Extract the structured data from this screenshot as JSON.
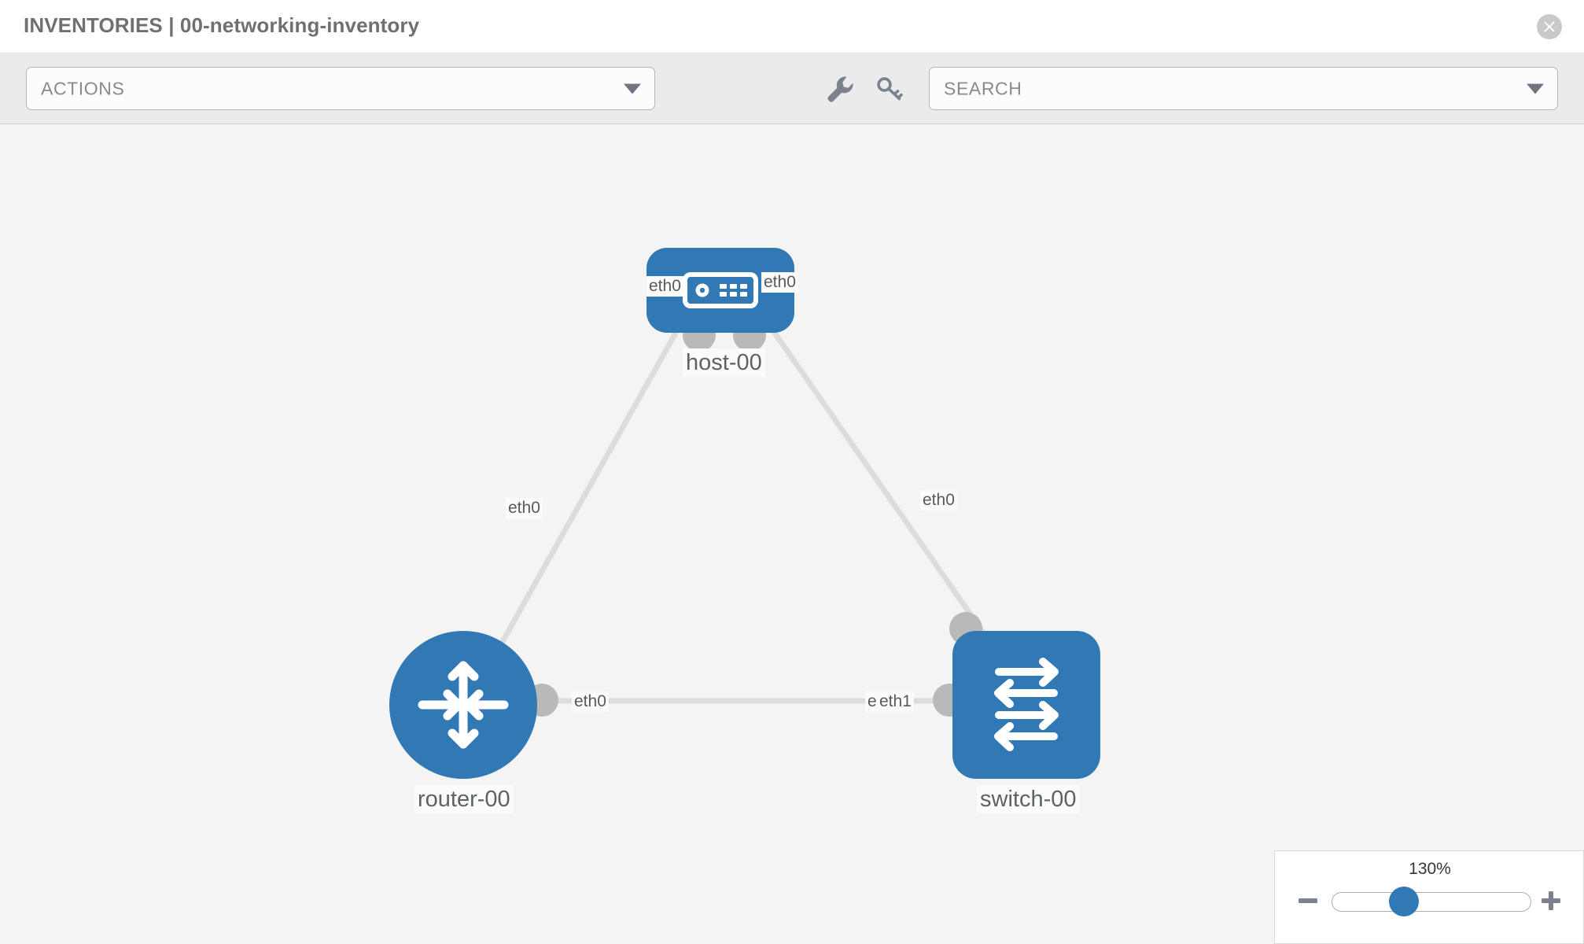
{
  "header": {
    "title": "INVENTORIES | 00-networking-inventory",
    "close_icon": "close-circle-icon"
  },
  "toolbar": {
    "actions_label": "ACTIONS",
    "actions_caret_icon": "chevron-down-icon",
    "search_placeholder": "SEARCH",
    "search_caret_icon": "chevron-down-icon",
    "wrench_icon": "wrench-icon",
    "key_icon": "key-icon"
  },
  "topology": {
    "nodes": [
      {
        "id": "host-00",
        "label": "host-00",
        "icon": "server-icon",
        "shape": "rounded-rect",
        "color": "#3179b4"
      },
      {
        "id": "router-00",
        "label": "router-00",
        "icon": "router-icon",
        "shape": "circle",
        "color": "#3179b4"
      },
      {
        "id": "switch-00",
        "label": "switch-00",
        "icon": "switch-icon",
        "shape": "rounded-square",
        "color": "#3179b4"
      }
    ],
    "links": [
      {
        "from": "host-00",
        "to": "router-00",
        "from_port": "eth0",
        "to_port": "eth0"
      },
      {
        "from": "host-00",
        "to": "switch-00",
        "from_port": "eth0",
        "to_port": "eth0"
      },
      {
        "from": "router-00",
        "to": "switch-00",
        "from_port": "eth0",
        "to_port": "eth1",
        "overlapped_port": "eth0"
      }
    ],
    "edge_labels": {
      "host_left": "eth0",
      "host_right": "eth0",
      "router_up": "eth0",
      "switch_up": "eth0",
      "router_right": "eth0",
      "switch_left_hidden": "eth0",
      "switch_left": "eth1"
    },
    "link_color": "#dcdcdc",
    "port_color": "#b9b9b9"
  },
  "zoom": {
    "value": "130%",
    "minus_icon": "minus-icon",
    "plus_icon": "plus-icon",
    "slider_name": "zoom-slider"
  },
  "colors": {
    "accent": "#3179b4",
    "canvas": "#f4f4f4",
    "toolbar": "#ebebeb",
    "text_gray": "#707070"
  }
}
